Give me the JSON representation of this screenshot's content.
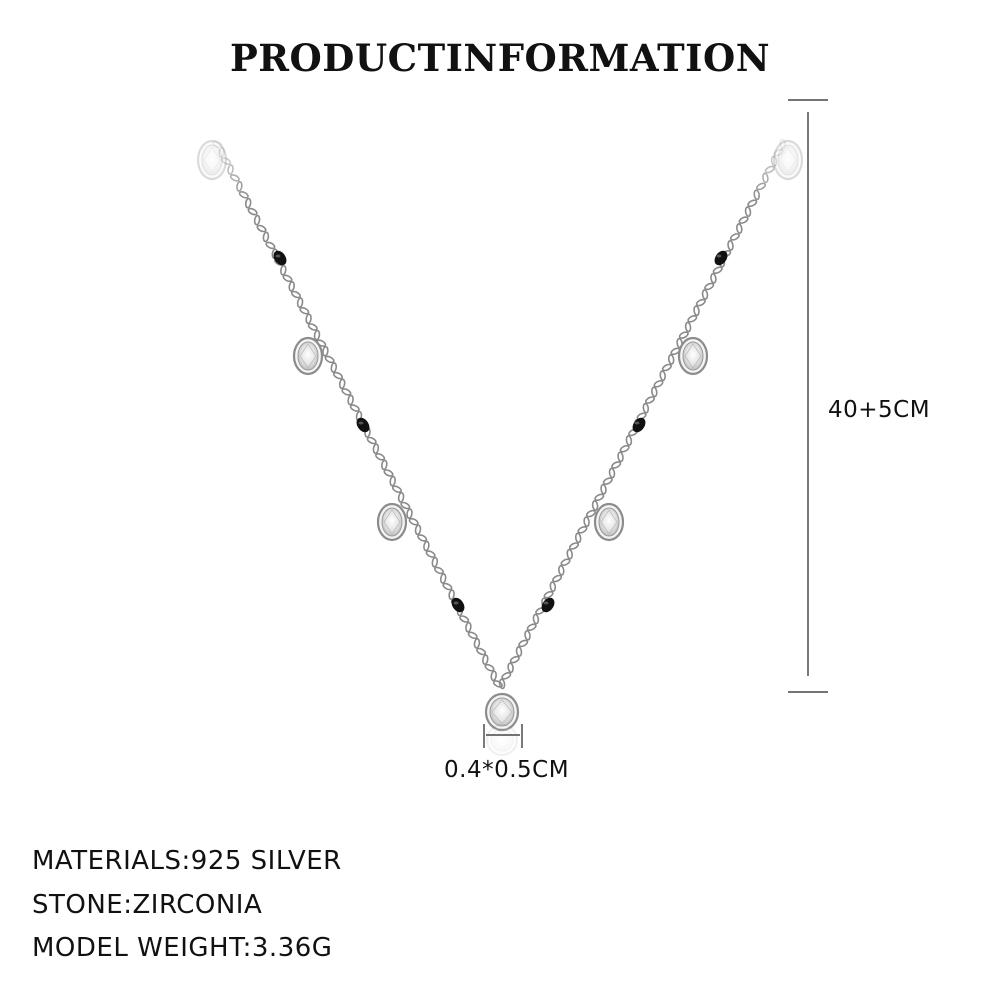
{
  "title": "PRODUCTINFORMATION",
  "dimensions": {
    "length": "40+5CM",
    "pendant_size": "0.4*0.5CM"
  },
  "specs": [
    "MATERIALS:925 SILVER",
    "STONE:ZIRCONIA",
    "MODEL WEIGHT:3.36G"
  ],
  "colors": {
    "chain": "#8a8a8a",
    "bead": "#111111",
    "line": "#222222"
  }
}
